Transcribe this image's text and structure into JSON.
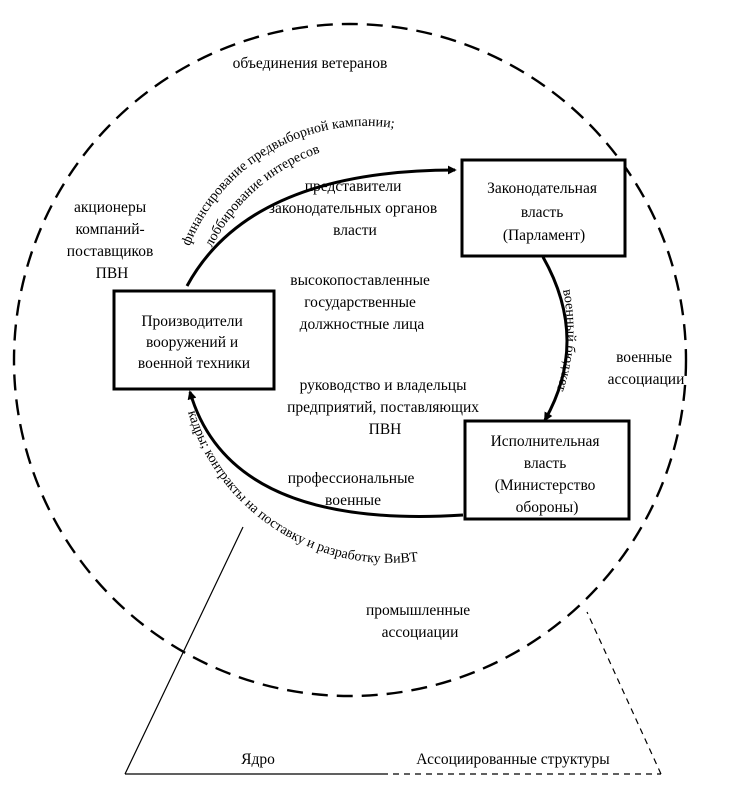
{
  "diagram": {
    "boxes": {
      "producers": [
        "Производители",
        "вооружений и",
        "военной техники"
      ],
      "legislative": [
        "Законодательная",
        "власть",
        "(Парламент)"
      ],
      "executive": [
        "Исполнительная",
        "власть",
        "(Министерство",
        "обороны)"
      ]
    },
    "inner_labels": {
      "representatives": [
        "представители",
        "законодательных органов",
        "власти"
      ],
      "officials": [
        "высокопоставленные",
        "государственные",
        "должностные лица"
      ],
      "management": [
        "руководство и владельцы",
        "предприятий, поставляющих",
        "ПВН"
      ],
      "military": [
        "профессиональные",
        "военные"
      ]
    },
    "arc_labels": {
      "financing_line1": "финансирование предвыборной кампании;",
      "financing_line2": "лоббирование интересов",
      "budget": "военный бюджет",
      "contracts": "кадры; контракты на поставку и разработку ВиВТ"
    },
    "outer_labels": {
      "veterans": "объединения ветеранов",
      "shareholders": [
        "акционеры",
        "компаний-",
        "поставщиков",
        "ПВН"
      ],
      "military_assoc": [
        "военные",
        "ассоциации"
      ],
      "industrial_assoc": [
        "промышленные",
        "ассоциации"
      ]
    },
    "legend": {
      "core": "Ядро",
      "associated": "Ассоциированные структуры"
    }
  }
}
